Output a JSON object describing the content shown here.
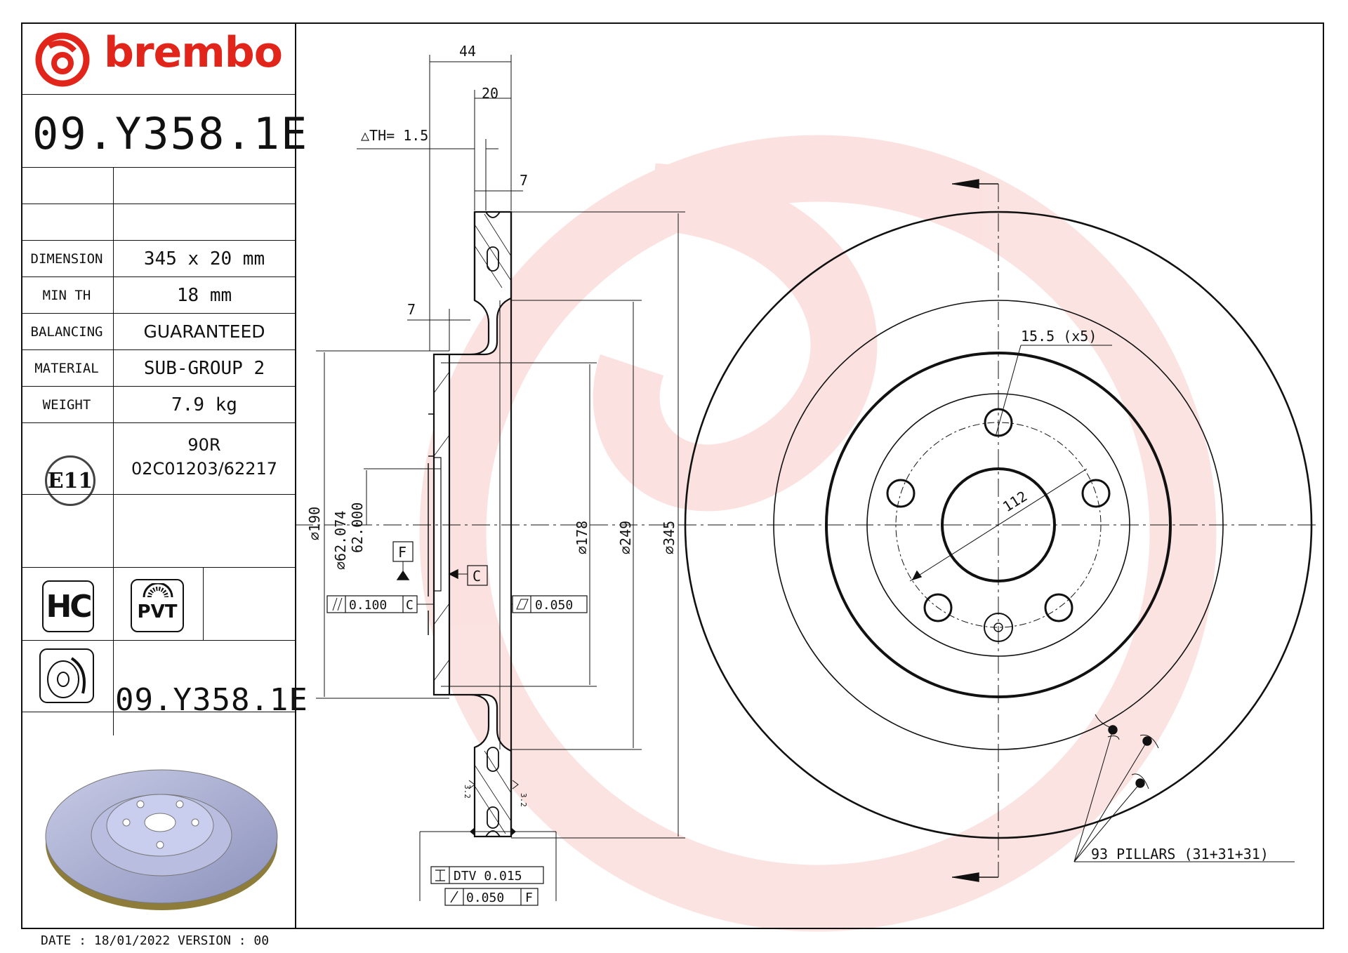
{
  "brand": {
    "name": "brembo",
    "color": "#e1251b"
  },
  "part_number": "09.Y358.1E",
  "specs": [
    {
      "label": "DIMENSION",
      "value": "345 x 20 mm"
    },
    {
      "label": "MIN TH",
      "value": "18 mm"
    },
    {
      "label": "BALANCING",
      "value": "GUARANTEED"
    },
    {
      "label": "MATERIAL",
      "value": "SUB-GROUP 2"
    },
    {
      "label": "WEIGHT",
      "value": "7.9 kg"
    }
  ],
  "homologation": {
    "mark": "E11",
    "line1": "90R",
    "line2": "02C01203/62217"
  },
  "badges": {
    "hc": "HC",
    "pvt": "PVT"
  },
  "footer": {
    "date": "DATE : 18/01/2022 VERSION : 00"
  },
  "drawing": {
    "dim_44": "44",
    "dim_20": "20",
    "delta_th": "△TH= 1.5",
    "dim_7_top": "7",
    "dim_7_hub": "7",
    "dia_190": "∅190",
    "dia_62a": "∅62.074",
    "dia_62b": "62.000",
    "dia_178": "∅178",
    "dia_249": "∅249",
    "dia_345": "∅345",
    "datum_f": "F",
    "datum_c": "C",
    "tol_parallel": "0.100",
    "tol_parallel_ref": "C",
    "tol_flatness": "0.050",
    "tol_dtv": "DTV 0.015",
    "tol_runout": "0.050",
    "tol_runout_ref": "F",
    "rough_1": "3.2",
    "rough_2": "3.2",
    "bolt_holes": "15.5 (x5)",
    "pcd": "112",
    "pillars": "93 PILLARS (31+31+31)"
  }
}
